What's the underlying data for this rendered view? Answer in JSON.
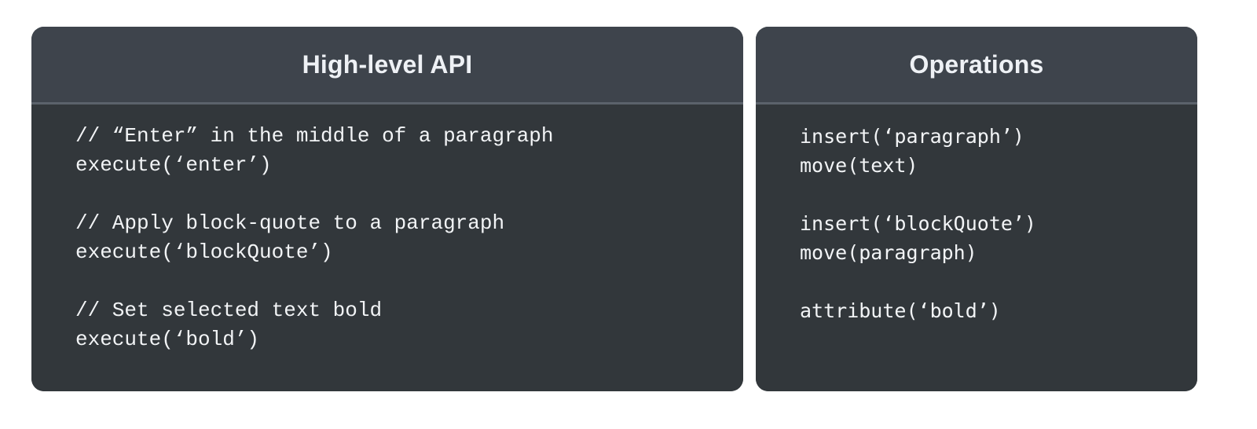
{
  "panels": [
    {
      "id": "high-level-api",
      "title": "High-level API",
      "blocks": [
        {
          "lines": [
            "// “Enter” in the middle of a paragraph",
            "execute(‘enter’)"
          ]
        },
        {
          "lines": [
            "// Apply block-quote to a paragraph",
            "execute(‘blockQuote’)"
          ]
        },
        {
          "lines": [
            "// Set selected text bold",
            "execute(‘bold’)"
          ]
        }
      ]
    },
    {
      "id": "operations",
      "title": "Operations",
      "blocks": [
        {
          "lines": [
            "insert(‘paragraph’)",
            "move(text)"
          ]
        },
        {
          "lines": [
            "insert(‘blockQuote’)",
            "move(paragraph)"
          ]
        },
        {
          "lines": [
            "attribute(‘bold’)"
          ]
        }
      ]
    }
  ],
  "colors": {
    "page_background": "#ffffff",
    "panel_body": "#32373b",
    "panel_header": "#3e444c",
    "divider": "#5b626b",
    "title_text": "#eef1f5",
    "code_text": "#f2f4f6"
  }
}
